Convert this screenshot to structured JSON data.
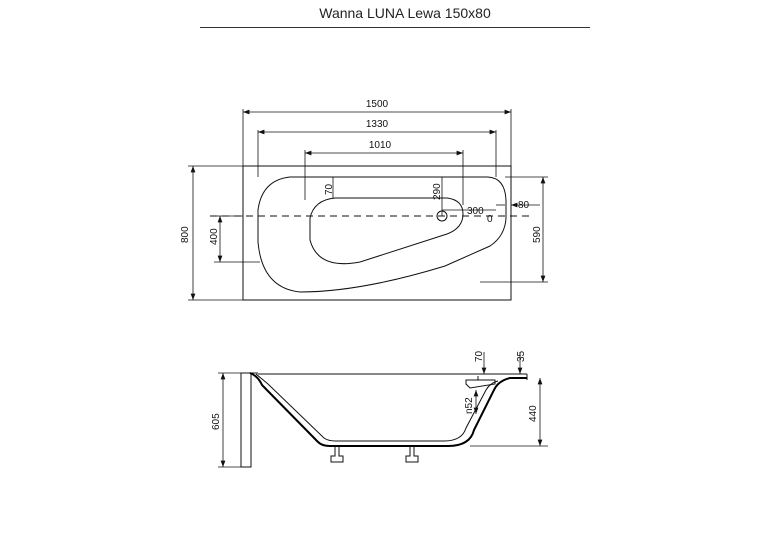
{
  "title": "Wanna LUNA Lewa 150x80",
  "top_view": {
    "dim_1500": "1500",
    "dim_1330": "1330",
    "dim_1010": "1010",
    "dim_70": "70",
    "dim_290": "290",
    "dim_300": "300",
    "dim_80": "80",
    "dim_0": "0",
    "dim_800": "800",
    "dim_400": "400",
    "dim_590": "590"
  },
  "side_view": {
    "dim_605": "605",
    "dim_70": "70",
    "dim_35": "35",
    "dim_n52": "n52",
    "dim_440": "440"
  }
}
